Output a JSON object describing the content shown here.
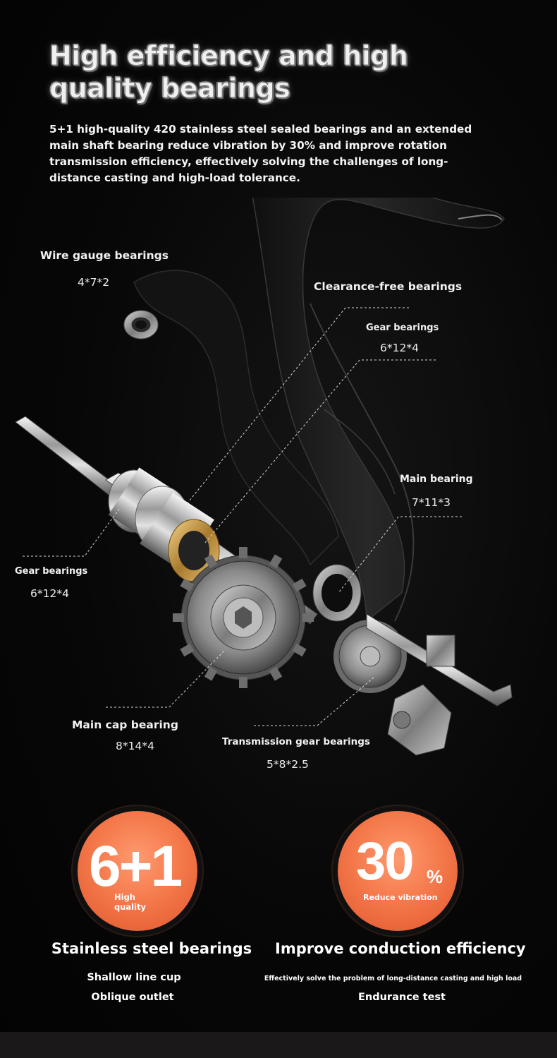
{
  "headline": {
    "line1": "High efficiency and high",
    "line2": "quality bearings"
  },
  "intro": "5+1 high-quality 420 stainless steel sealed bearings and an extended main shaft bearing reduce vibration by 30% and improve rotation transmission efficiency, effectively solving the challenges of long-distance casting and high-load tolerance.",
  "callouts": {
    "wire_gauge": {
      "label": "Wire gauge bearings",
      "size": "4*7*2"
    },
    "clearance_free": {
      "label": "Clearance-free bearings"
    },
    "gear_right": {
      "label": "Gear bearings",
      "size": "6*12*4"
    },
    "main_bearing": {
      "label": "Main bearing",
      "size": "7*11*3"
    },
    "gear_left": {
      "label": "Gear bearings",
      "size": "6*12*4"
    },
    "main_cap": {
      "label": "Main cap bearing",
      "size": "8*14*4"
    },
    "transmission": {
      "label": "Transmission gear bearings",
      "size": "5*8*2.5"
    }
  },
  "badges": {
    "left": {
      "value": "6+1",
      "note_line1": "High",
      "note_line2": "quality"
    },
    "right": {
      "value": "30",
      "unit": "%",
      "note": "Reduce vibration"
    }
  },
  "features": {
    "left": {
      "title": "Stainless steel bearings",
      "line1": "Shallow line cup",
      "line2": "Oblique outlet"
    },
    "right": {
      "title": "Improve conduction efficiency",
      "line1": "Effectively solve the problem of long-distance casting and high load",
      "line2": "Endurance test"
    }
  },
  "colors": {
    "accent": "#f47a4c",
    "accent_dark": "#e0552c",
    "background": "#050505"
  }
}
